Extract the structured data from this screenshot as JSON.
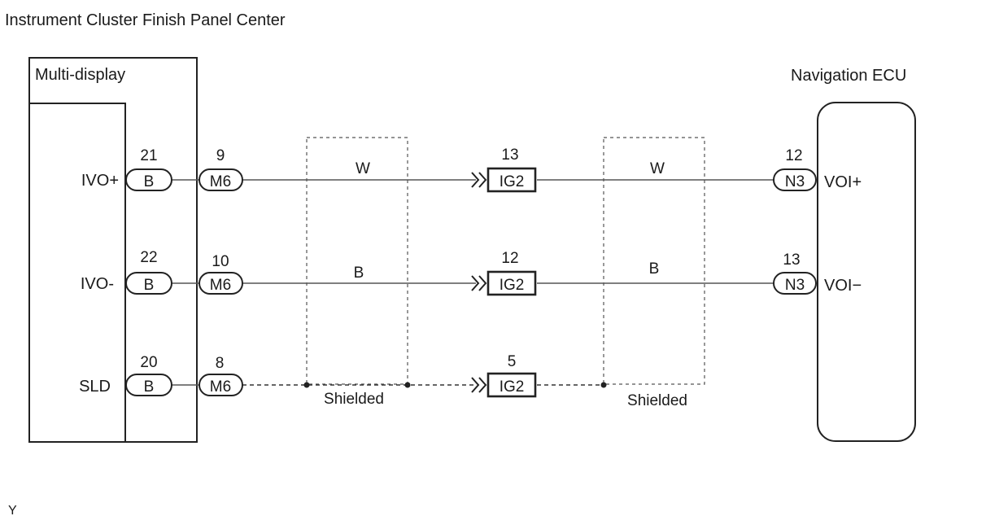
{
  "title": "Instrument Cluster Finish Panel Center",
  "left_component": "Multi-display",
  "right_component": "Navigation ECU",
  "footer_mark": "Y",
  "shield_label": "Shielded",
  "circuits": [
    {
      "left_terminal": "IVO+",
      "left_pin": "21",
      "left_conn": "B",
      "mid_pin": "9",
      "mid_conn": "M6",
      "wire_color_left": "W",
      "junction_pin": "13",
      "junction_conn": "IG2",
      "wire_color_right": "W",
      "right_pin": "12",
      "right_conn": "N3",
      "right_terminal": "VOI+"
    },
    {
      "left_terminal": "IVO-",
      "left_pin": "22",
      "left_conn": "B",
      "mid_pin": "10",
      "mid_conn": "M6",
      "wire_color_left": "B",
      "junction_pin": "12",
      "junction_conn": "IG2",
      "wire_color_right": "B",
      "right_pin": "13",
      "right_conn": "N3",
      "right_terminal": "VOI−"
    },
    {
      "left_terminal": "SLD",
      "left_pin": "20",
      "left_conn": "B",
      "mid_pin": "8",
      "mid_conn": "M6",
      "wire_color_left": "",
      "junction_pin": "5",
      "junction_conn": "IG2",
      "wire_color_right": "",
      "right_pin": "",
      "right_conn": "",
      "right_terminal": ""
    }
  ]
}
